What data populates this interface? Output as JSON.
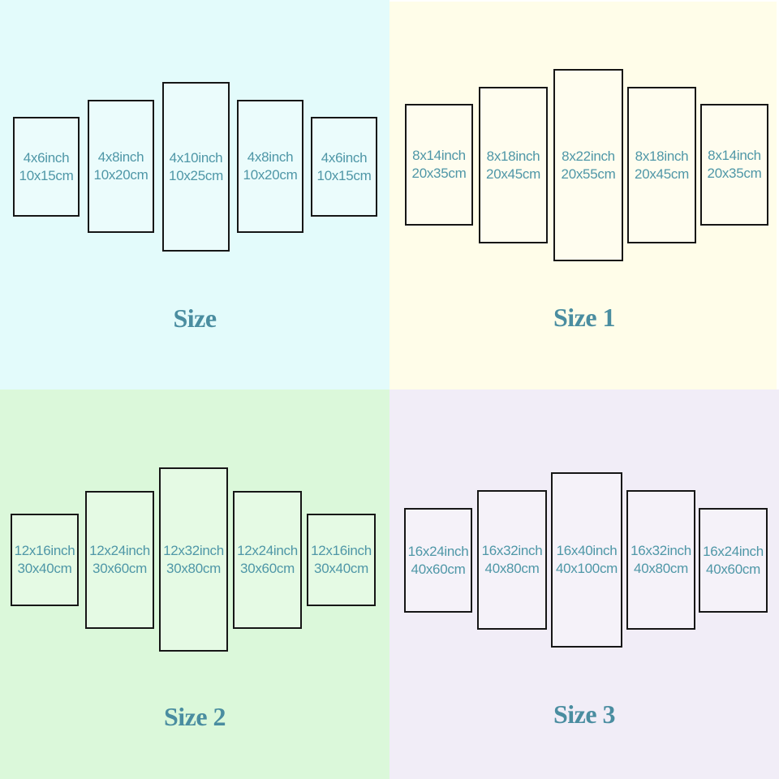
{
  "colors": {
    "label_text": "#4f97a7",
    "title_text": "#4a8da0",
    "panel_border": "#161616",
    "page_background": "#ffffff"
  },
  "quadrants": [
    {
      "id": "size",
      "title": "Size",
      "background": "#e3fbfb",
      "panels": [
        {
          "inch": "4x6inch",
          "cm": "10x15cm"
        },
        {
          "inch": "4x8inch",
          "cm": "10x20cm"
        },
        {
          "inch": "4x10inch",
          "cm": "10x25cm"
        },
        {
          "inch": "4x8inch",
          "cm": "10x20cm"
        },
        {
          "inch": "4x6inch",
          "cm": "10x15cm"
        }
      ]
    },
    {
      "id": "size-1",
      "title": "Size 1",
      "background": "#fffde9",
      "panels": [
        {
          "inch": "8x14inch",
          "cm": "20x35cm"
        },
        {
          "inch": "8x18inch",
          "cm": "20x45cm"
        },
        {
          "inch": "8x22inch",
          "cm": "20x55cm"
        },
        {
          "inch": "8x18inch",
          "cm": "20x45cm"
        },
        {
          "inch": "8x14inch",
          "cm": "20x35cm"
        }
      ]
    },
    {
      "id": "size-2",
      "title": "Size 2",
      "background": "#dbf8da",
      "panels": [
        {
          "inch": "12x16inch",
          "cm": "30x40cm"
        },
        {
          "inch": "12x24inch",
          "cm": "30x60cm"
        },
        {
          "inch": "12x32inch",
          "cm": "30x80cm"
        },
        {
          "inch": "12x24inch",
          "cm": "30x60cm"
        },
        {
          "inch": "12x16inch",
          "cm": "30x40cm"
        }
      ]
    },
    {
      "id": "size-3",
      "title": "Size 3",
      "background": "#f1edf7",
      "panels": [
        {
          "inch": "16x24inch",
          "cm": "40x60cm"
        },
        {
          "inch": "16x32inch",
          "cm": "40x80cm"
        },
        {
          "inch": "16x40inch",
          "cm": "40x100cm"
        },
        {
          "inch": "16x32inch",
          "cm": "40x80cm"
        },
        {
          "inch": "16x24inch",
          "cm": "40x60cm"
        }
      ]
    }
  ]
}
